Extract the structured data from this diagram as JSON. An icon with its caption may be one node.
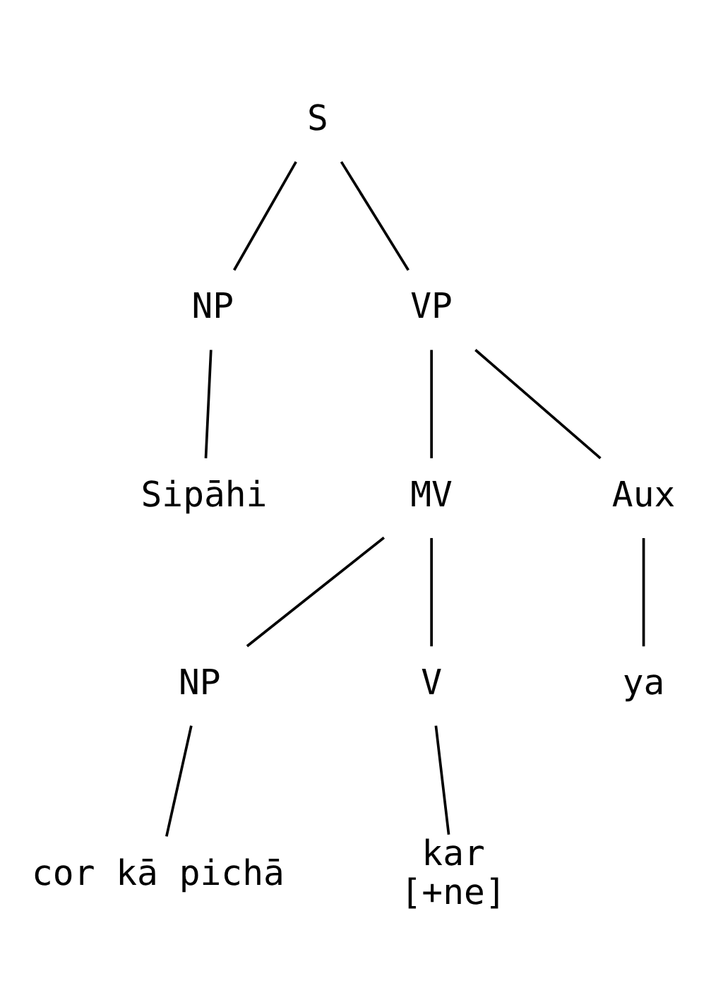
{
  "diagram": {
    "nodes": [
      {
        "text": [
          "S"
        ]
      },
      {
        "text": [
          "NP"
        ]
      },
      {
        "text": [
          "VP"
        ]
      },
      {
        "text": [
          "Sipāhi"
        ]
      },
      {
        "text": [
          "MV"
        ]
      },
      {
        "text": [
          "Aux"
        ]
      },
      {
        "text": [
          "ya"
        ]
      },
      {
        "text": [
          "NP"
        ]
      },
      {
        "text": [
          "V"
        ]
      },
      {
        "text": [
          "kar"
        ],
        "beside": [
          "[+ne]"
        ]
      },
      {
        "text": [
          "cor kā pichā"
        ]
      }
    ],
    "edges": [
      {
        "from": 0,
        "to": 1,
        "arrow": "none"
      },
      {
        "from": 0,
        "to": 2,
        "arrow": "none"
      },
      {
        "from": 1,
        "to": 3,
        "arrow": "none"
      },
      {
        "from": 2,
        "to": 4,
        "arrow": "none"
      },
      {
        "from": 2,
        "to": 5,
        "arrow": "none"
      },
      {
        "from": 5,
        "to": 6,
        "arrow": "none"
      },
      {
        "from": 4,
        "to": 7,
        "arrow": "none"
      },
      {
        "from": 4,
        "to": 8,
        "arrow": "none"
      },
      {
        "from": 8,
        "to": 9,
        "arrow": "none"
      },
      {
        "from": 7,
        "to": 10,
        "arrow": "none"
      }
    ]
  }
}
